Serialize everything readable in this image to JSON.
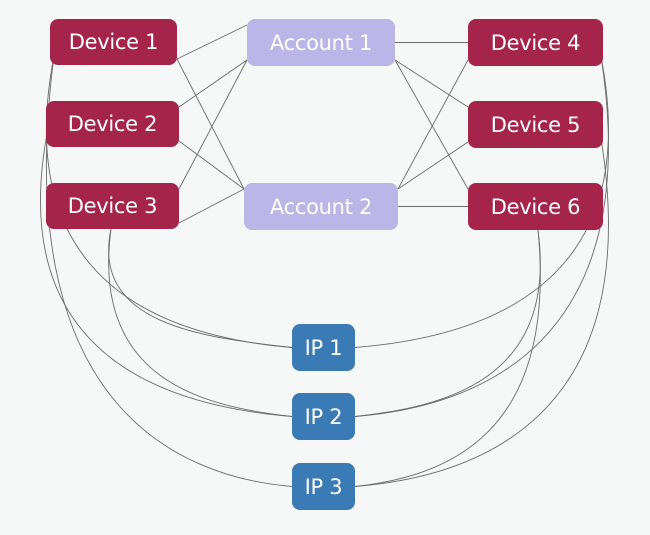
{
  "colors": {
    "device": "#a4244a",
    "account": "#bcb6e8",
    "ip": "#3b7bb5",
    "edge": "#6b6b6b"
  },
  "nodes": [
    {
      "id": "d1",
      "label": "Device 1",
      "kind": "device"
    },
    {
      "id": "d2",
      "label": "Device 2",
      "kind": "device"
    },
    {
      "id": "d3",
      "label": "Device 3",
      "kind": "device"
    },
    {
      "id": "a1",
      "label": "Account 1",
      "kind": "account"
    },
    {
      "id": "a2",
      "label": "Account 2",
      "kind": "account"
    },
    {
      "id": "d4",
      "label": "Device 4",
      "kind": "device"
    },
    {
      "id": "d5",
      "label": "Device 5",
      "kind": "device"
    },
    {
      "id": "d6",
      "label": "Device 6",
      "kind": "device"
    },
    {
      "id": "ip1",
      "label": "IP 1",
      "kind": "ip"
    },
    {
      "id": "ip2",
      "label": "IP 2",
      "kind": "ip"
    },
    {
      "id": "ip3",
      "label": "IP 3",
      "kind": "ip"
    }
  ],
  "edges": [
    [
      "d1",
      "a1"
    ],
    [
      "d1",
      "a2"
    ],
    [
      "d2",
      "a1"
    ],
    [
      "d2",
      "a2"
    ],
    [
      "d3",
      "a1"
    ],
    [
      "d3",
      "a2"
    ],
    [
      "a1",
      "d4"
    ],
    [
      "a1",
      "d5"
    ],
    [
      "a1",
      "d6"
    ],
    [
      "a2",
      "d4"
    ],
    [
      "a2",
      "d5"
    ],
    [
      "a2",
      "d6"
    ],
    [
      "d1",
      "ip1"
    ],
    [
      "d1",
      "ip3"
    ],
    [
      "d2",
      "ip2"
    ],
    [
      "d3",
      "ip1"
    ],
    [
      "d3",
      "ip2"
    ],
    [
      "d4",
      "ip1"
    ],
    [
      "d4",
      "ip2"
    ],
    [
      "d5",
      "ip3"
    ],
    [
      "d6",
      "ip2"
    ],
    [
      "d6",
      "ip3"
    ]
  ]
}
